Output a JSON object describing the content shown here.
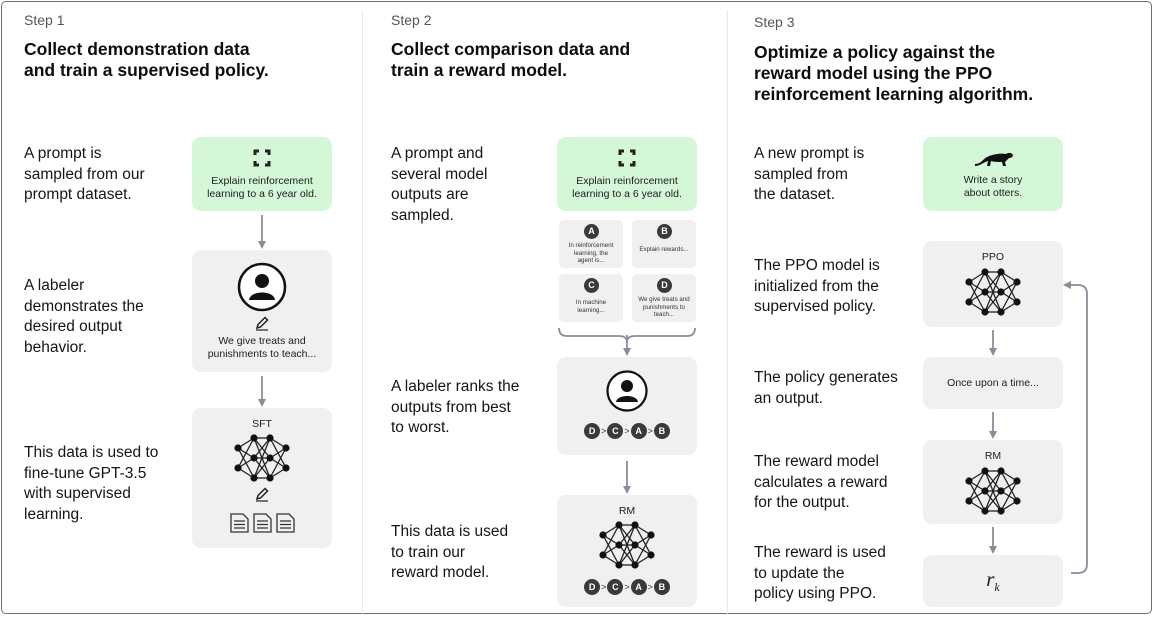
{
  "colors": {
    "prompt_box": "#d4f7d8",
    "gray_box": "#f0f0f0",
    "arrow": "#8a8c99",
    "badge": "#3a3a3a"
  },
  "steps": [
    {
      "label": "Step 1",
      "title": [
        "Collect demonstration data",
        "and train a supervised policy."
      ],
      "descs": [
        [
          "A prompt is",
          "sampled from our",
          "prompt dataset."
        ],
        [
          "A labeler",
          "demonstrates the",
          "desired output",
          "behavior."
        ],
        [
          "This data is used to",
          "fine-tune GPT-3.5",
          "with supervised",
          "learning."
        ]
      ],
      "prompt_box": {
        "icon": "cycle-icon",
        "lines": [
          "Explain reinforcement",
          "learning to a 6 year old."
        ]
      },
      "labeler_box": {
        "icon": "person-icon",
        "lines": [
          "We give treats and",
          "punishments to teach..."
        ]
      },
      "model_box": {
        "label": "SFT",
        "icon": "neural-network-icon"
      }
    },
    {
      "label": "Step 2",
      "title": [
        "Collect comparison data and",
        "train a reward model."
      ],
      "descs": [
        [
          "A prompt and",
          "several model",
          "outputs are",
          "sampled."
        ],
        [
          "A labeler ranks the",
          "outputs from best",
          "to worst."
        ],
        [
          "This data is used",
          "to train our",
          "reward model."
        ]
      ],
      "prompt_box": {
        "icon": "cycle-icon",
        "lines": [
          "Explain reinforcement",
          "learning to a 6 year old."
        ]
      },
      "outputs": [
        {
          "badge": "A",
          "lines": [
            "In reinforcement",
            "learning, the",
            "agent is..."
          ]
        },
        {
          "badge": "B",
          "lines": [
            "Explain rewards..."
          ]
        },
        {
          "badge": "C",
          "lines": [
            "In machine",
            "learning..."
          ]
        },
        {
          "badge": "D",
          "lines": [
            "We give treats and",
            "punishments to",
            "teach..."
          ]
        }
      ],
      "ranking": [
        "D",
        "C",
        "A",
        "B"
      ],
      "rank_separator": ">",
      "model_box": {
        "label": "RM",
        "icon": "neural-network-icon"
      }
    },
    {
      "label": "Step 3",
      "title": [
        "Optimize a policy against the",
        "reward model using the PPO",
        "reinforcement learning algorithm."
      ],
      "descs": [
        [
          "A new prompt is",
          "sampled from",
          "the dataset."
        ],
        [
          "The PPO model is",
          "initialized from the",
          "supervised policy."
        ],
        [
          "The policy generates",
          "an output."
        ],
        [
          "The reward model",
          "calculates a reward",
          "for the output."
        ],
        [
          "The reward is used",
          "to update the",
          "policy using PPO."
        ]
      ],
      "prompt_box": {
        "icon": "otter-icon",
        "lines": [
          "Write a story",
          "about otters."
        ]
      },
      "ppo_box": {
        "label": "PPO",
        "icon": "neural-network-icon"
      },
      "output_box": {
        "text": "Once upon a time..."
      },
      "rm_box": {
        "label": "RM",
        "icon": "neural-network-icon"
      },
      "reward_box": {
        "symbol": "r",
        "subscript": "k"
      }
    }
  ]
}
